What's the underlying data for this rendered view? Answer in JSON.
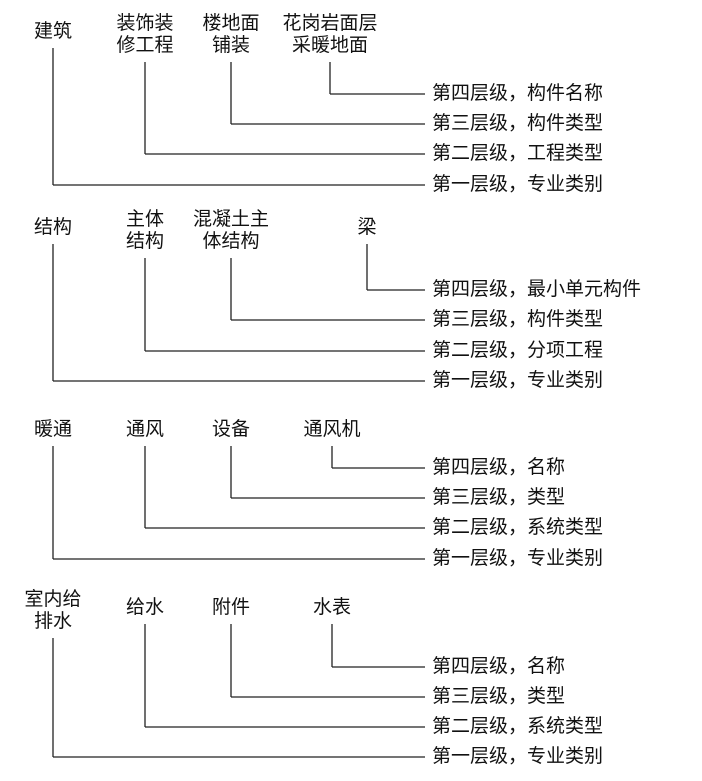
{
  "groups": [
    {
      "name": "building",
      "headings": [
        [
          "建筑"
        ],
        [
          "装饰装",
          "修工程"
        ],
        [
          "楼地面",
          "铺装"
        ],
        [
          "花岗岩面层",
          "采暖地面"
        ]
      ],
      "levels": [
        "第四层级，构件名称",
        "第三层级，构件类型",
        "第二层级，工程类型",
        "第一层级，专业类别"
      ]
    },
    {
      "name": "structure",
      "headings": [
        [
          "结构"
        ],
        [
          "主体",
          "结构"
        ],
        [
          "混凝土主",
          "体结构"
        ],
        [
          "梁"
        ]
      ],
      "levels": [
        "第四层级，最小单元构件",
        "第三层级，构件类型",
        "第二层级，分项工程",
        "第一层级，专业类别"
      ]
    },
    {
      "name": "hvac",
      "headings": [
        [
          "暖通"
        ],
        [
          "通风"
        ],
        [
          "设备"
        ],
        [
          "通风机"
        ]
      ],
      "levels": [
        "第四层级，名称",
        "第三层级，类型",
        "第二层级，系统类型",
        "第一层级，专业类别"
      ]
    },
    {
      "name": "plumbing",
      "headings": [
        [
          "室内给",
          "排水"
        ],
        [
          "给水"
        ],
        [
          "附件"
        ],
        [
          "水表"
        ]
      ],
      "levels": [
        "第四层级，名称",
        "第三层级，类型",
        "第二层级，系统类型",
        "第一层级，专业类别"
      ]
    }
  ]
}
